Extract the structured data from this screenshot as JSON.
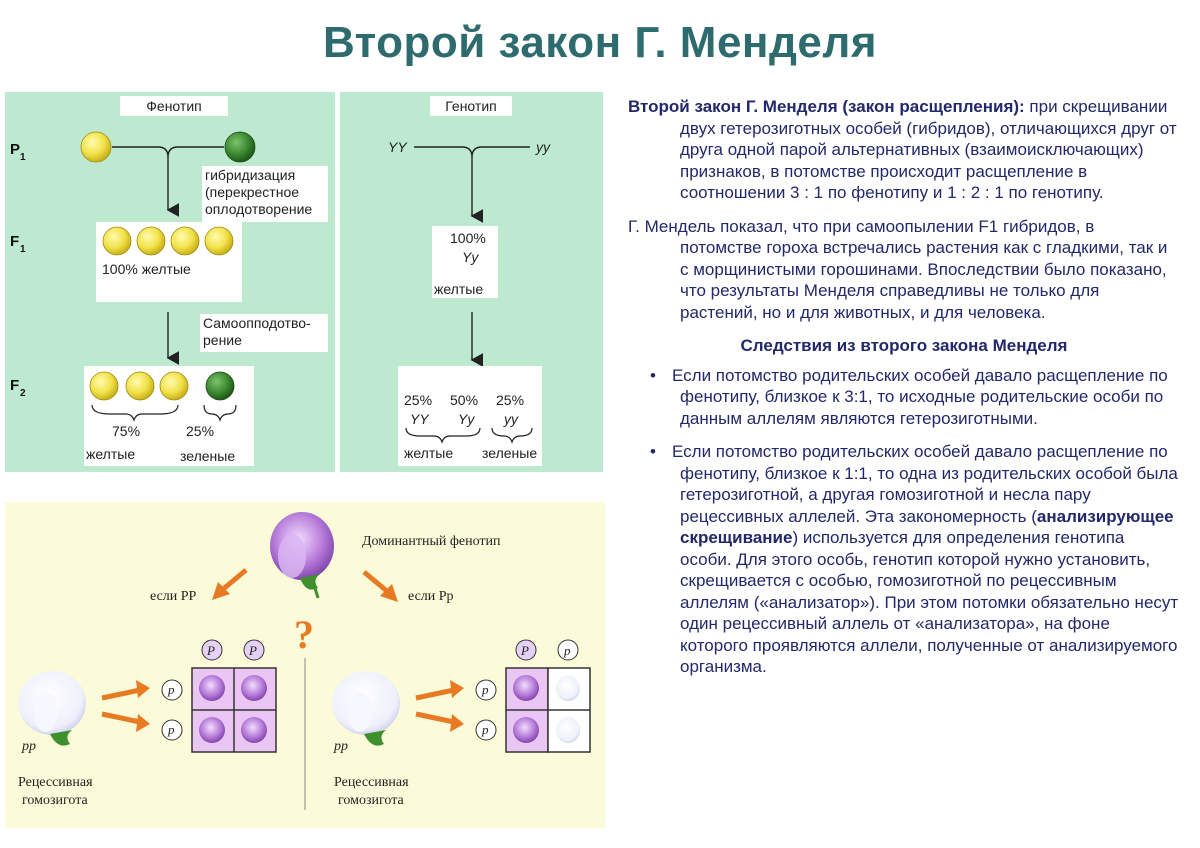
{
  "title": "Второй закон Г. Менделя",
  "phenotype": {
    "header": "Фенотип",
    "gen_labels": {
      "p": "P",
      "f1": "F",
      "f2": "F",
      "sub1": "1",
      "sub2": "2"
    },
    "hybridization": [
      "гибридизация",
      "(перекрестное",
      "оплодотворение"
    ],
    "f1_caption": "100% желтые",
    "self": [
      "Самоопподотво-",
      "рение"
    ],
    "f2_yellow_pct": "75%",
    "f2_green_pct": "25%",
    "f2_yellow_label": "желтые",
    "f2_green_label": "зеленые"
  },
  "genotype": {
    "header": "Генотип",
    "p_left": "YY",
    "p_right": "yy",
    "f1_pct": "100%",
    "f1_geno": "Yy",
    "f1_label": "желтые",
    "f2_pcts": [
      "25%",
      "50%",
      "25%"
    ],
    "f2_genos": [
      "YY",
      "Yy",
      "yy"
    ],
    "f2_yellow_label": "желтые",
    "f2_green_label": "зеленые"
  },
  "testcross": {
    "dominant": "Доминантный фенотип",
    "if_pp": "если PP",
    "if_pp2": "если Pp",
    "question": "?",
    "pp": "pp",
    "recessive": [
      "Рецессивная",
      "гомозигота"
    ],
    "allele_P": "P",
    "allele_p": "p"
  },
  "text": {
    "law_bold": "Второй закон Г. Менделя (закон расщепления):",
    "law_rest": " при скрещивании двух гетерозиготных особей (гибридов), отличающихся друг от друга одной парой альтернативных (взаимоисключающих) признаков, в потомстве происходит расщепление в соотношении 3 : 1 по фенотипу и 1 : 2 : 1 по генотипу.",
    "para2": "Г. Мендель показал, что при самоопылении F1 гибридов, в потомстве гороха встречались растения как с гладкими, так и с морщинистыми горошинами. Впоследствии было показано, что результаты Менделя справедливы не только для растений, но и для животных, и для человека.",
    "heading": "Следствия из второго закона Менделя",
    "bullet": "•",
    "b1": "Если потомство родительских особей давало расщепление по фенотипу, близкое к 3:1, то исходные родительские особи по данным аллелям являются гетерозиготными.",
    "b2_a": "Если потомство родительских особей давало расщепление по фенотипу, близкое к 1:1, то одна из родительских особой была гетерозиготной, а другая гомозиготной и несла пару рецессивных аллелей. Эта закономерность (",
    "b2_bold": "анализирующее скрещивание",
    "b2_b": ") используется для определения генотипа особи. Для этого особь, генотип которой нужно установить, скрещивается с особью, гомозиготной по рецессивным аллелям («анализатор»). При этом потомки обязательно несут один рецессивный аллель от «анализатора», на фоне которого проявляются аллели, полученные от анализируемого организма."
  },
  "colors": {
    "title": "#2e6b6e",
    "text": "#22286a",
    "panel_green": "#bde9d0",
    "panel_yellow": "#fbfbd9",
    "pea_yellow": "#f2e24a",
    "pea_green": "#3d8a32"
  }
}
